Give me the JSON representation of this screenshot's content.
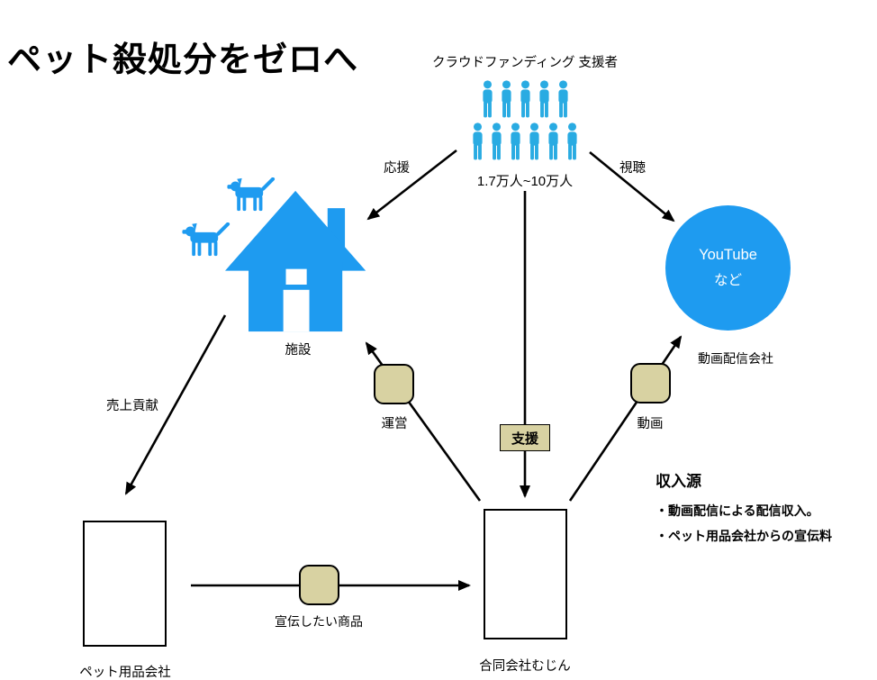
{
  "title": "ペット殺処分をゼロへ",
  "colors": {
    "blue": "#1E9BF0",
    "person_blue": "#29ABE2",
    "beige": "#D8D2A2"
  },
  "crowd": {
    "label": "クラウドファンディング 支援者",
    "rows": [
      5,
      6
    ],
    "count": "1.7万人~10万人"
  },
  "nodes": {
    "facility": {
      "label": "施設"
    },
    "video_platform": {
      "line1": "YouTube",
      "line2": "など",
      "label": "動画配信会社"
    },
    "company": {
      "label": "合同会社むじん"
    },
    "pet_supplier": {
      "label": "ペット用品会社"
    }
  },
  "edges": {
    "support": "応援",
    "watch": "視聴",
    "fund": "支援",
    "operate": "運営",
    "video": "動画",
    "sales_contribution": "売上貢献",
    "promoted_product": "宣伝したい商品"
  },
  "income": {
    "heading": "収入源",
    "items": [
      "・動画配信による配信収入。",
      "・ペット用品会社からの宣伝料"
    ]
  }
}
